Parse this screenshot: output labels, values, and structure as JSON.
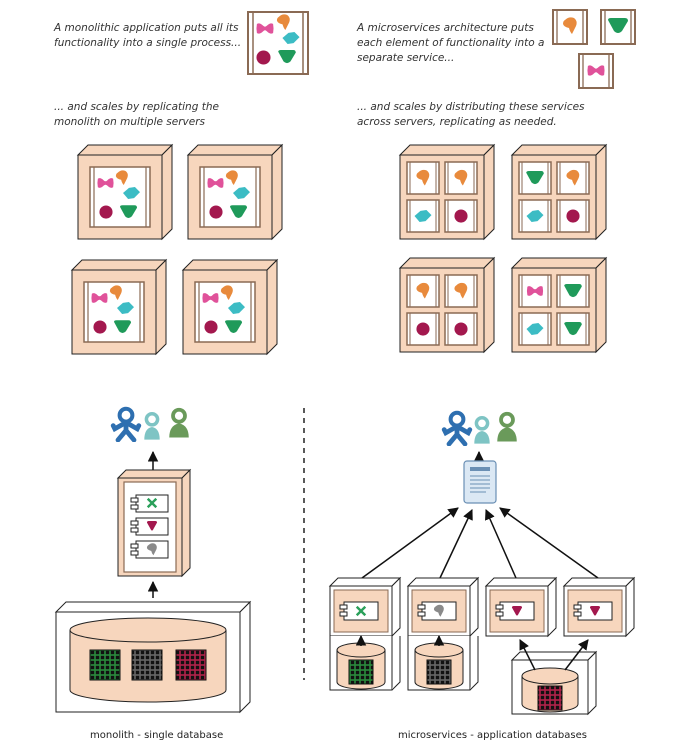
{
  "captions": {
    "monolith_line1": "A monolithic application puts all its",
    "monolith_line2": "functionality into a single process...",
    "micro_line1": "A microservices architecture puts",
    "micro_line2": "each element of functionality into a",
    "micro_line3": "separate service...",
    "mono_scale1": "... and scales by replicating the",
    "mono_scale2": "monolith on multiple servers",
    "micro_scale1": "... and scales by distributing these services",
    "micro_scale2": "across servers, replicating as needed."
  },
  "labels": {
    "monolith_db": "monolith - single database",
    "micro_db": "microservices - application databases"
  },
  "colors": {
    "box_fill": "#f7d6bd",
    "frame": "#8a6a54",
    "pink": "#e0529a",
    "orange": "#e88a3c",
    "teal": "#3cbcc4",
    "maroon": "#a3184e",
    "green": "#1f9a5a",
    "user_blue": "#2e6fb0",
    "user_teal": "#7ec4c4",
    "user_green": "#6a9a5a",
    "db_green": "#2a8a3c",
    "db_gray": "#555555",
    "db_red": "#b0224a"
  }
}
